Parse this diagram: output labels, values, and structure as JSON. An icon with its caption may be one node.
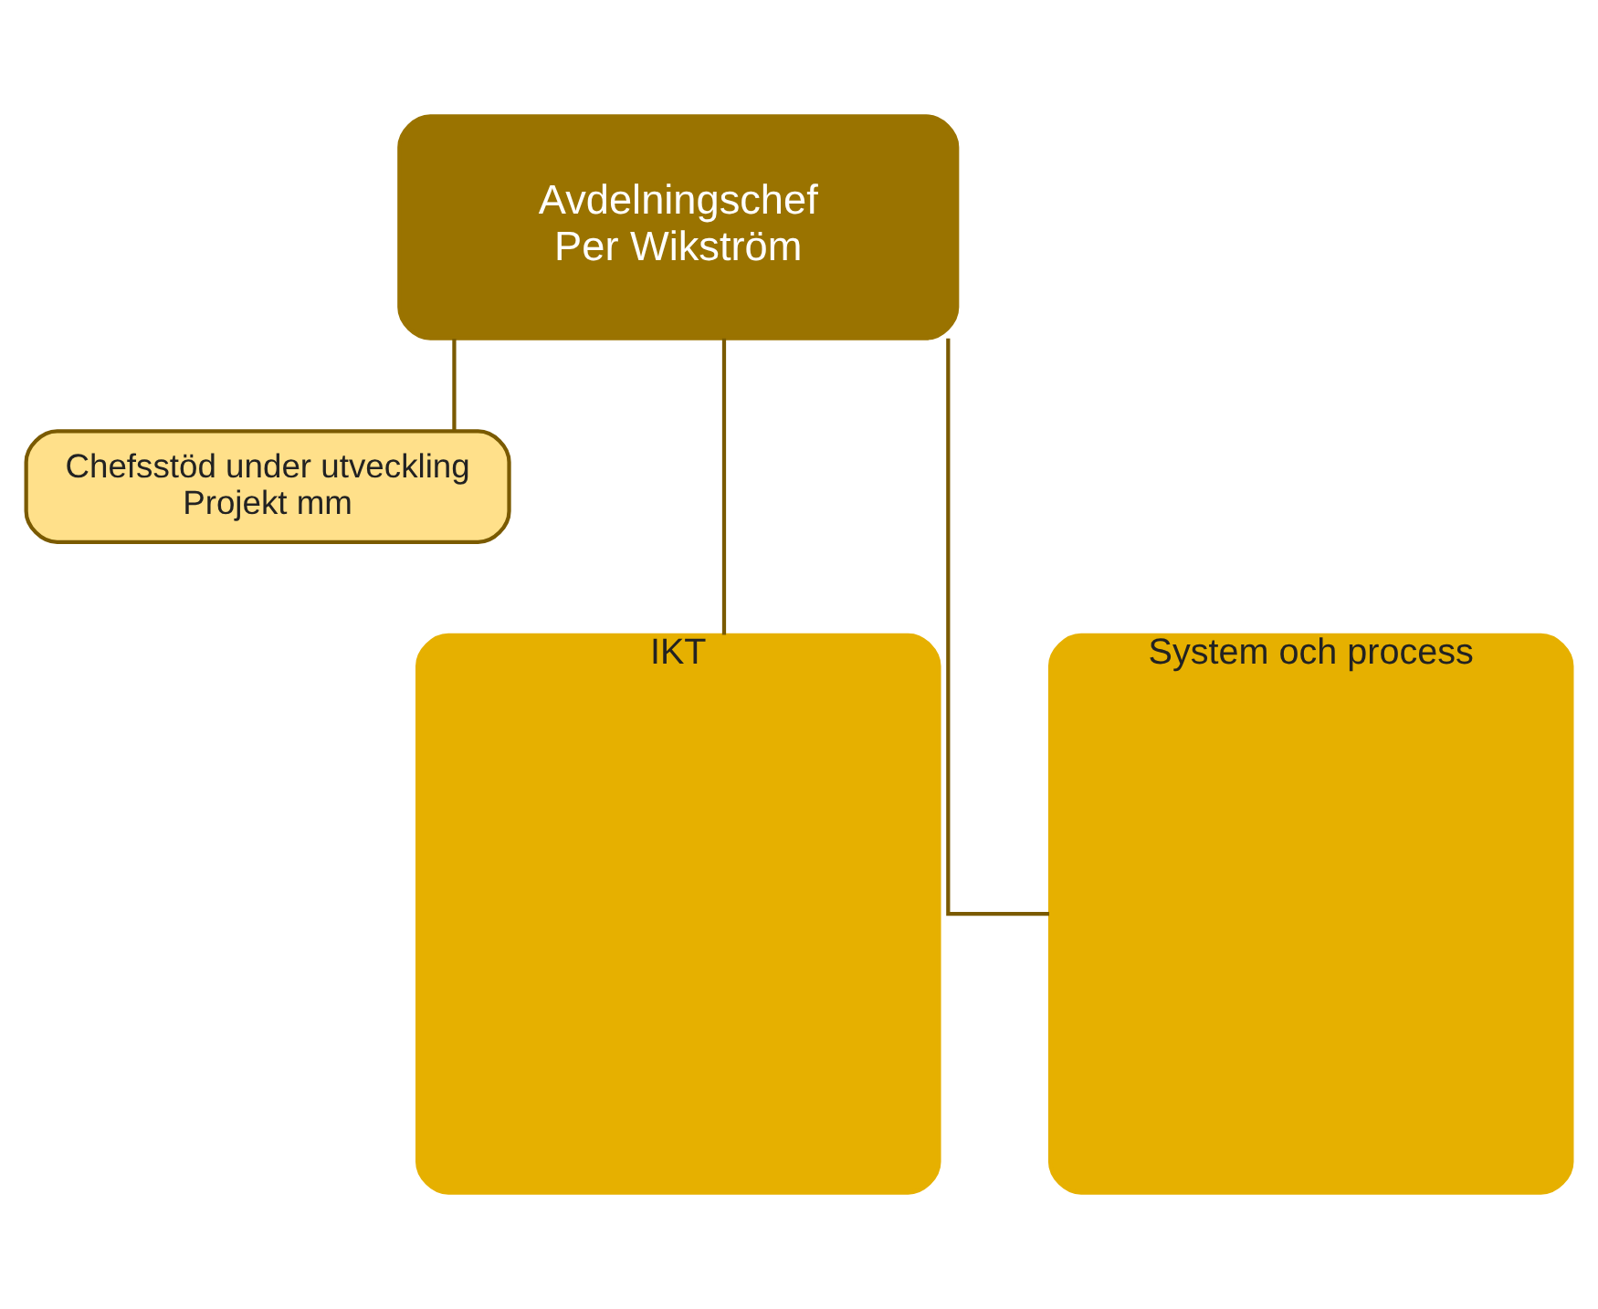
{
  "diagram": {
    "nodes": [
      {
        "text": [
          "Avdelningschef Per Wikström"
        ]
      },
      {
        "text": [
          "Chefsstöd under utveckling Projekt mm"
        ]
      },
      {
        "text": [
          "IKT"
        ]
      },
      {
        "text": [
          "System och process"
        ]
      }
    ],
    "edges": [
      {
        "from": 0,
        "to": 1,
        "arrow": "none"
      },
      {
        "from": 0,
        "to": 2,
        "arrow": "none"
      },
      {
        "from": 0,
        "to": 3,
        "arrow": "none"
      }
    ]
  }
}
